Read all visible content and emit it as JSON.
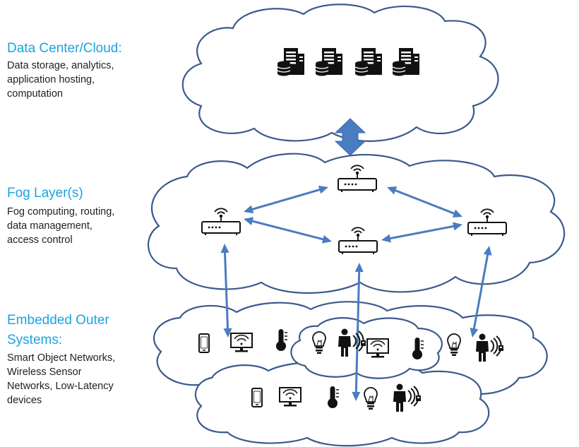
{
  "layers": [
    {
      "title": "Data Center/Cloud:",
      "description_lines": [
        "Data storage, analytics,",
        "application hosting,",
        "computation"
      ]
    },
    {
      "title": "Fog Layer(s)",
      "description_lines": [
        "Fog computing, routing,",
        "data management,",
        "access control"
      ]
    },
    {
      "title_lines": [
        "Embedded Outer",
        "Systems:"
      ],
      "description_lines": [
        "Smart Object Networks,",
        "Wireless Sensor",
        "Networks, Low-Latency",
        "devices"
      ]
    }
  ],
  "colors": {
    "title_text": "#1aa3e0",
    "body_text": "#1f1f1f",
    "cloud_outline": "#3b5a8c",
    "link_arrow": "#4a7cc0",
    "icon": "#111111"
  },
  "icons": {
    "data_center": [
      "server-icon",
      "server-icon",
      "server-icon",
      "server-icon"
    ],
    "fog_nodes": [
      "router-icon",
      "router-icon",
      "router-icon",
      "router-icon"
    ],
    "edge_devices_upper": [
      "smartphone-icon",
      "smart-display-icon",
      "thermometer-icon",
      "lightbulb-icon",
      "person-signal-icon",
      "smart-display-icon",
      "thermometer-icon",
      "lightbulb-icon",
      "person-signal-icon"
    ],
    "edge_devices_lower": [
      "smartphone-icon",
      "smart-display-icon",
      "thermometer-icon",
      "lightbulb-icon",
      "person-signal-icon"
    ]
  }
}
